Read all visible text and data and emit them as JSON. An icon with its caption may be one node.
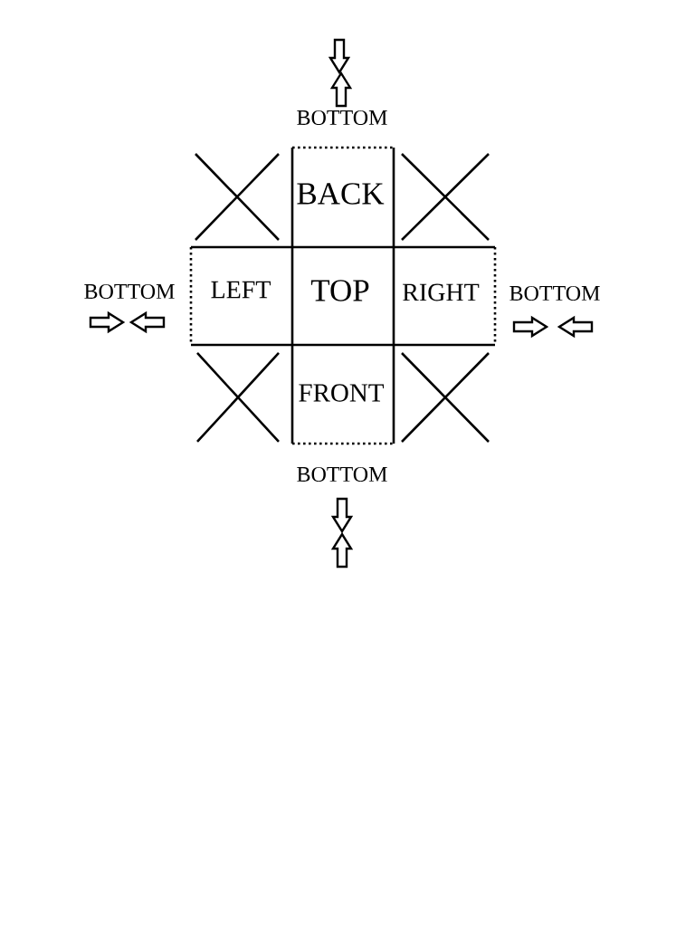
{
  "diagram": {
    "nodes": [
      {
        "text": [
          "BACK"
        ]
      },
      {
        "text": [
          "LEFT"
        ]
      },
      {
        "text": [
          "TOP"
        ]
      },
      {
        "text": [
          "RIGHT"
        ]
      },
      {
        "text": [
          "FRONT"
        ]
      }
    ],
    "labels": [
      "BOTTOM",
      "BOTTOM",
      "BOTTOM",
      "BOTTOM"
    ]
  }
}
